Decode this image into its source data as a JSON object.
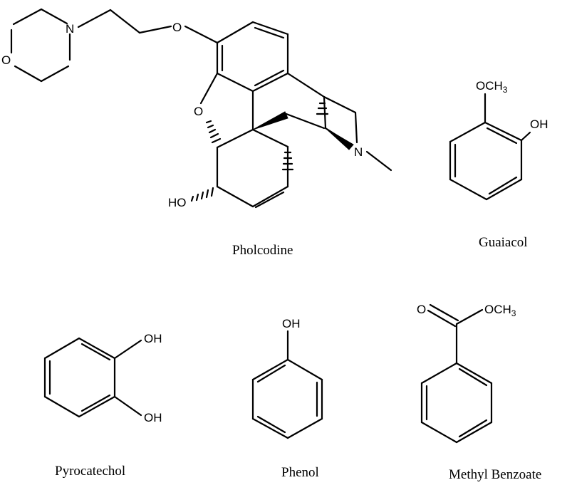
{
  "captions": {
    "pholcodine": "Pholcodine",
    "guaiacol": "Guaiacol",
    "pyrocatechol": "Pyrocatechol",
    "phenol": "Phenol",
    "methyl_benzoate": "Methyl Benzoate"
  },
  "atoms": {
    "N": "N",
    "O": "O",
    "HO": "HO",
    "OH": "OH",
    "OCH": "OCH",
    "sub3": "3"
  },
  "colors": {
    "ink": "#000000",
    "background": "#ffffff"
  }
}
